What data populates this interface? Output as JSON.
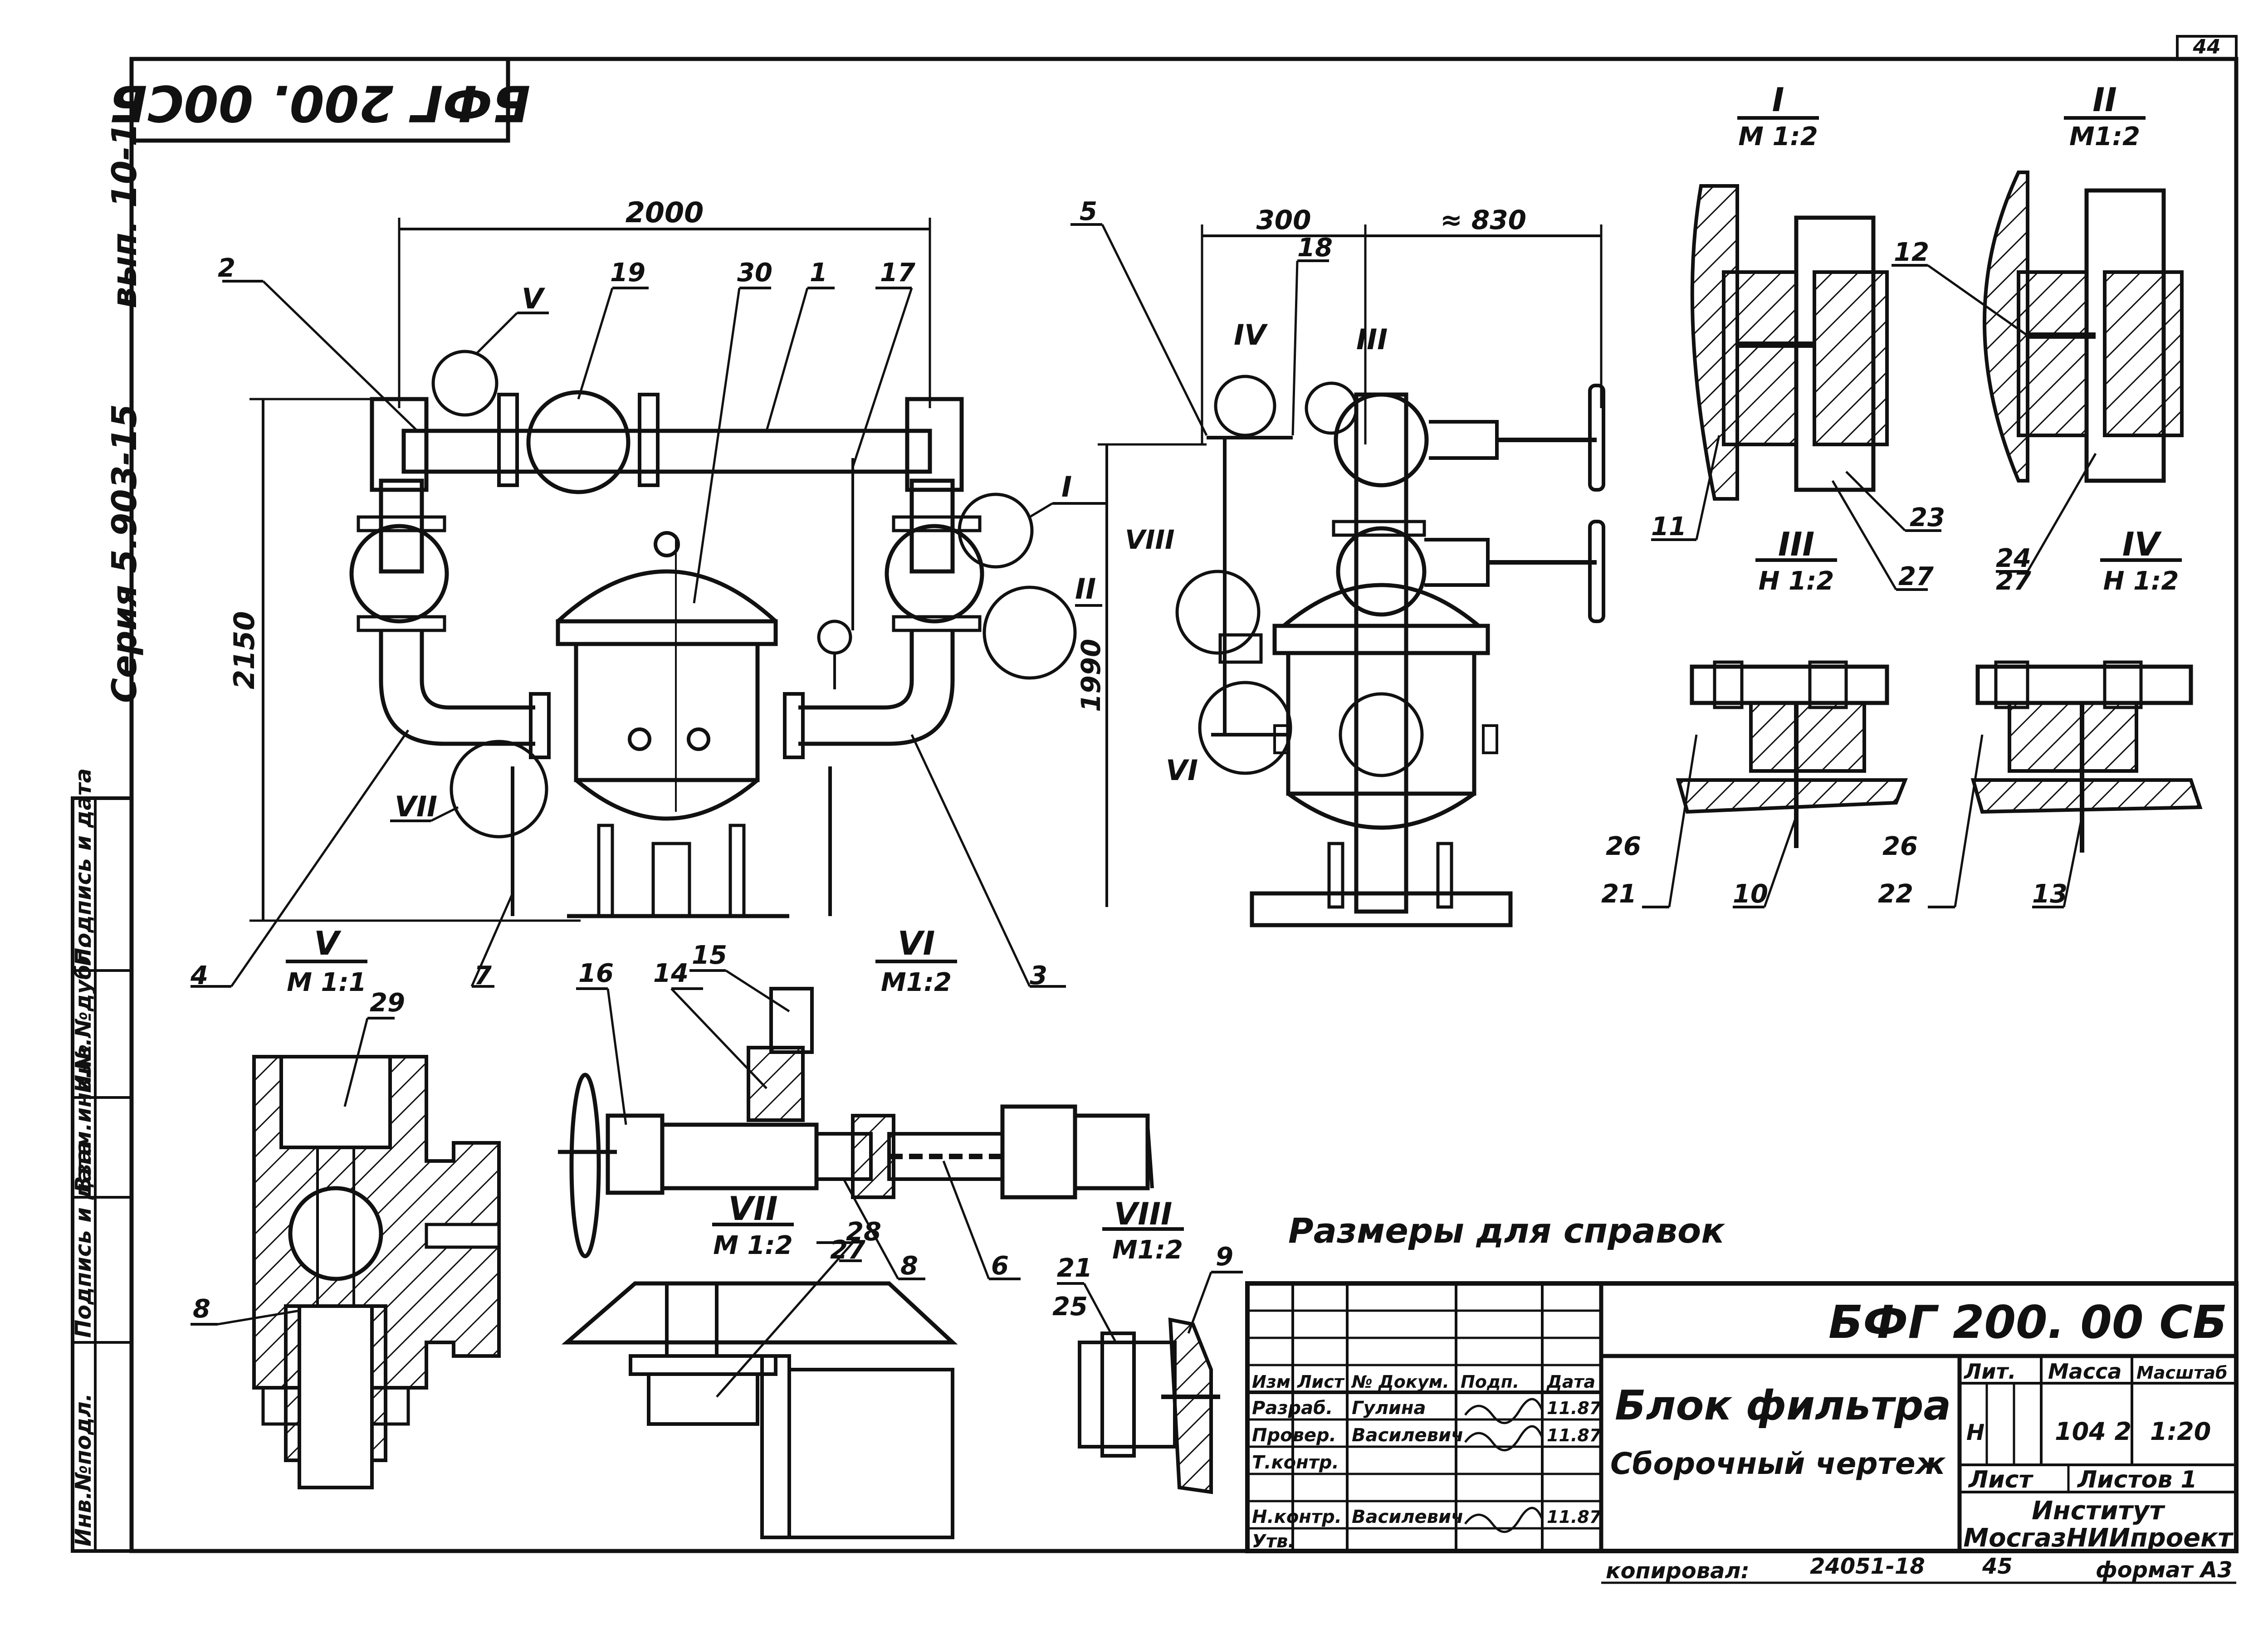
{
  "sheet": {
    "sheet_no": "44",
    "stamp_code": "БФГ 200. 00СБ",
    "series": "Серия 5.903-15",
    "issue": "вып. 10-1",
    "reference_note": "Размеры для справок",
    "copied": "копировал:",
    "copy_no": "24051-18",
    "copy_sheet": "45",
    "format": "формат А3"
  },
  "left_strip": [
    "Инв.№подл.",
    "Подпись и дата",
    "Взам.инв.№",
    "Инв.№дубл.",
    "Подпись и дата"
  ],
  "dimensions": {
    "front_width": "2000",
    "front_height": "2150",
    "side_w1": "300",
    "side_w2": "≈ 830",
    "side_height": "1990"
  },
  "part_numbers": {
    "front": [
      "2",
      "19",
      "30",
      "1",
      "17",
      "4",
      "7",
      "3"
    ],
    "side": [
      "5",
      "18"
    ],
    "detail_I_II": [
      "12",
      "11",
      "23",
      "27",
      "24",
      "27"
    ],
    "detail_III_IV": [
      "26",
      "21",
      "10",
      "26",
      "22",
      "13"
    ],
    "lower": [
      "29",
      "8",
      "16",
      "14",
      "15",
      "8",
      "6",
      "28",
      "27",
      "21",
      "25",
      "9"
    ]
  },
  "detail_labels": {
    "I": {
      "num": "I",
      "scale": "М 1:2"
    },
    "II": {
      "num": "II",
      "scale": "М1:2"
    },
    "III": {
      "num": "III",
      "scale": "Н 1:2"
    },
    "IV": {
      "num": "IV",
      "scale": "Н 1:2"
    },
    "V": {
      "num": "V",
      "scale": "М 1:1"
    },
    "VI": {
      "num": "VI",
      "scale": "М1:2"
    },
    "VII": {
      "num": "VII",
      "scale": "М 1:2"
    },
    "VIII": {
      "num": "VIII",
      "scale": "М1:2"
    }
  },
  "callouts": {
    "front": [
      "V",
      "I",
      "II",
      "VII"
    ],
    "side": [
      "IV",
      "III",
      "VIII",
      "VI"
    ]
  },
  "title_block": {
    "designation": "БФГ 200. 00 СБ",
    "name": "Блок фильтра",
    "subtitle": "Сборочный чертеж",
    "head": [
      "Изм",
      "Лист",
      "№ Докум.",
      "Подп.",
      "Дата"
    ],
    "rows": [
      {
        "role": "Разраб.",
        "name": "Гулина",
        "date": "11.87"
      },
      {
        "role": "Провер.",
        "name": "Василевич",
        "date": "11.87"
      },
      {
        "role": "Т.контр.",
        "name": "",
        "date": ""
      },
      {
        "role": "Н.контр.",
        "name": "Василевич",
        "date": "11.87"
      },
      {
        "role": "Утв.",
        "name": "",
        "date": ""
      }
    ],
    "lit_label": "Лит.",
    "mass_label": "Масса",
    "scale_label": "Масштаб",
    "lit_value": "Н",
    "mass_value": "104 2",
    "scale_value": "1:20",
    "sheet_label": "Лист",
    "sheets_label": "Листов 1",
    "org1": "Институт",
    "org2": "МосгазНИИпроект"
  }
}
